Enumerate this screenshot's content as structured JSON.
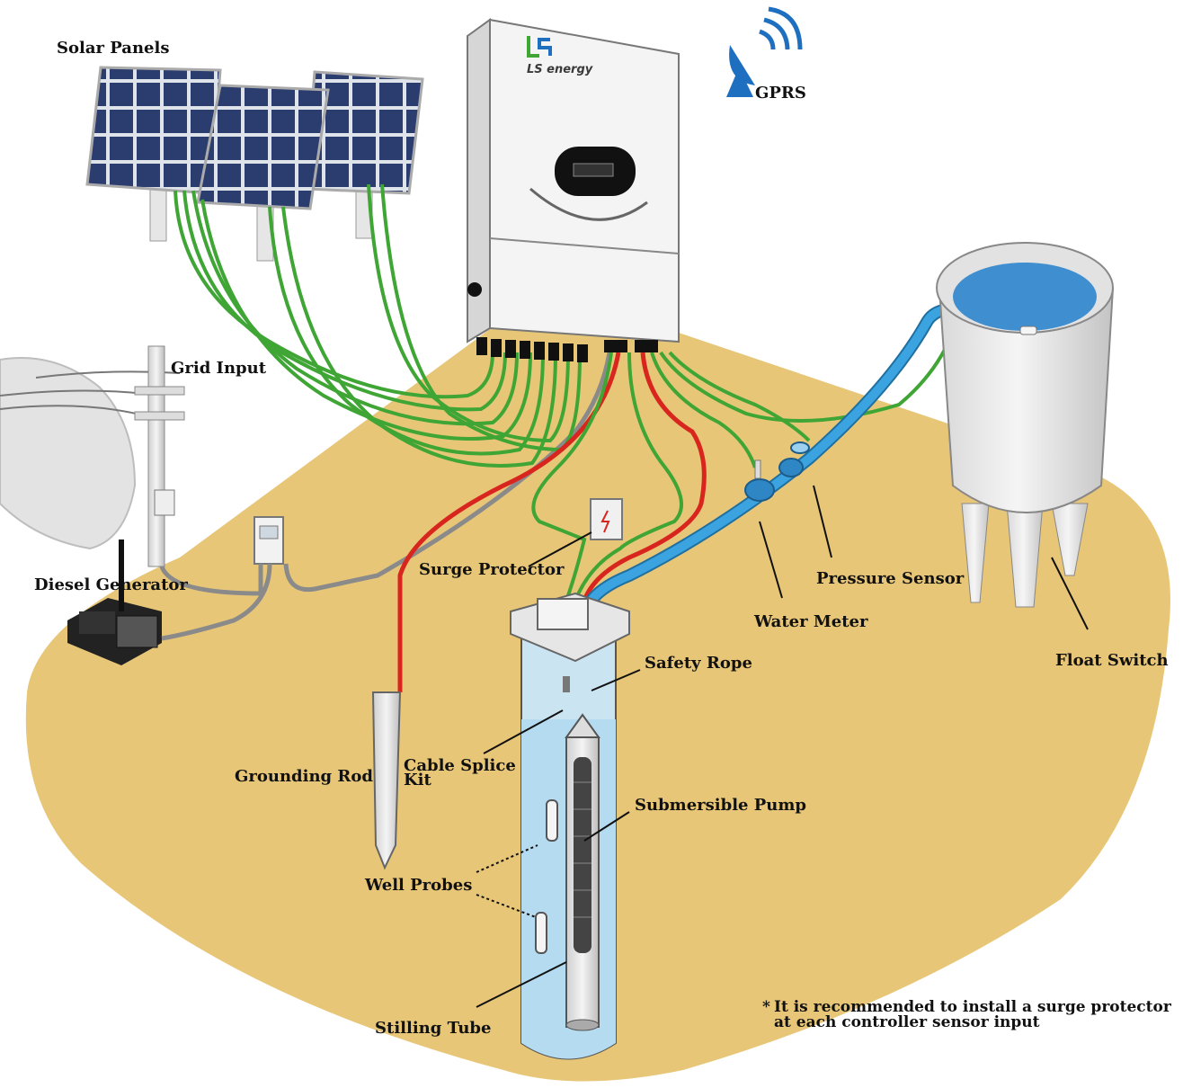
{
  "brand": {
    "logo_text": "LS energy"
  },
  "labels": {
    "solar_panels": "Solar Panels",
    "gprs": "GPRS",
    "grid_input": "Grid Input",
    "diesel_generator": "Diesel Generator",
    "surge_protector": "Surge Protector",
    "safety_rope": "Safety Rope",
    "pressure_sensor": "Pressure Sensor",
    "water_meter": "Water Meter",
    "float_switch": "Float Switch",
    "cable_splice_kit_line1": "Cable Splice",
    "cable_splice_kit_line2": "Kit",
    "grounding_rod": "Grounding Rod",
    "submersible_pump": "Submersible Pump",
    "well_probes": "Well Probes",
    "stilling_tube": "Stilling Tube"
  },
  "note": {
    "asterisk": "*",
    "line1": "It is recommended to install a surge protector",
    "line2": "at each controller sensor input"
  },
  "colors": {
    "ground": "#e8c677",
    "green_wire": "#3fa535",
    "red_wire": "#d8261f",
    "gray_wire": "#8a8a8a",
    "water_pipe": "#3aa3e0",
    "panel_cell": "#2b3d6e",
    "tank_water": "#3f8fd0",
    "gprs_blue": "#1f6fc0"
  }
}
